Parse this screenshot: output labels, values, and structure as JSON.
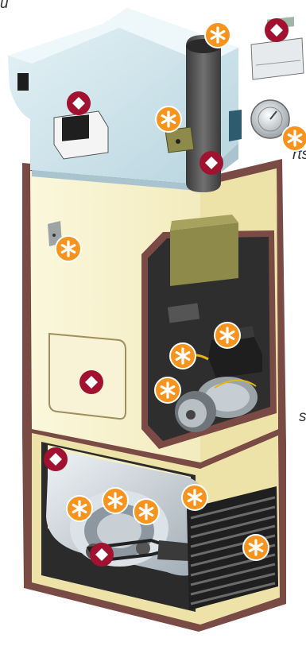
{
  "edge_text": {
    "top_left": "u",
    "middle_right": "rts",
    "lower_right": "s"
  },
  "markers": {
    "asterisk_color": "#F7941D",
    "diamond_color": "#A0122F",
    "ring_color": "#ffffff"
  },
  "colors": {
    "cabinet_cream": "#F6F0C4",
    "cabinet_trim": "#7A4A45",
    "plenum": "#CFE6EE",
    "flue": "#4A4A4A",
    "burner_wall": "#2E2E2E",
    "blower": "#C9D3DA",
    "filter_grille": "#222222"
  }
}
